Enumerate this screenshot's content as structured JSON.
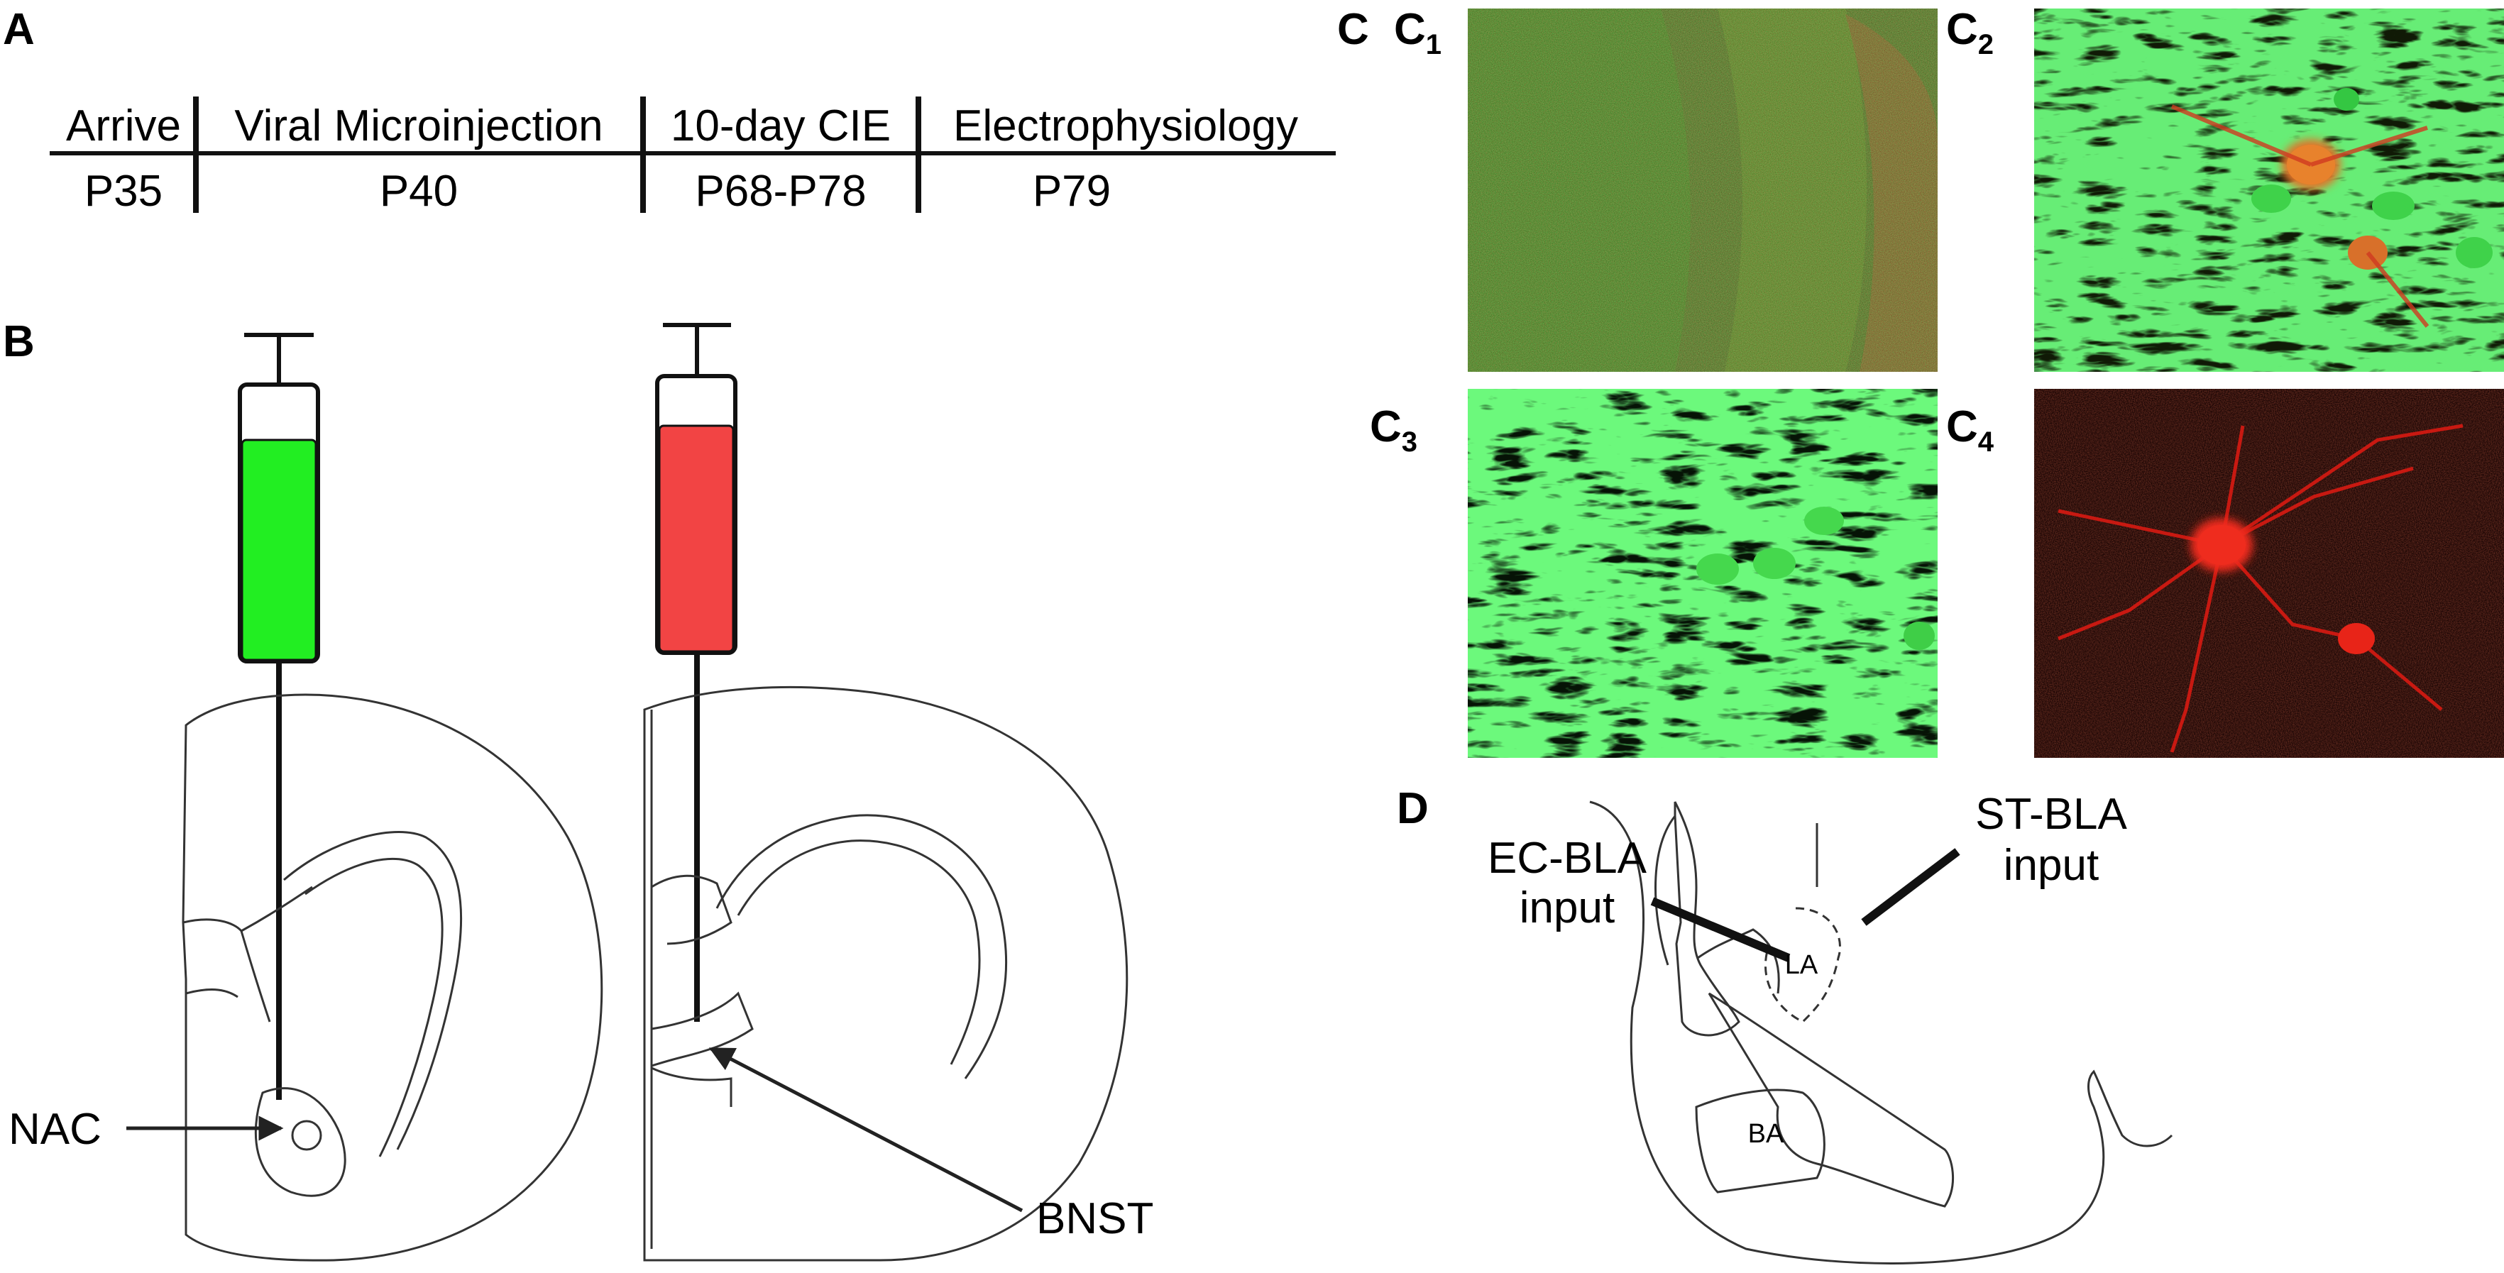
{
  "panels": {
    "a": "A",
    "b": "B",
    "c": "C",
    "c1": "C",
    "c1_sub": "1",
    "c2": "C",
    "c2_sub": "2",
    "c3": "C",
    "c3_sub": "3",
    "c4": "C",
    "c4_sub": "4",
    "d": "D"
  },
  "timeline": {
    "stages": [
      "Arrive",
      "Viral Microinjection",
      "10-day CIE",
      "Electrophysiology"
    ],
    "ages": [
      "P35",
      "P40",
      "P68-P78",
      "P79"
    ]
  },
  "panel_b": {
    "syringe_left_color": "#22ee22",
    "syringe_right_color": "#f24444",
    "label_nac": "NAC",
    "label_bnst": "BNST"
  },
  "panel_c": {
    "images": [
      "c1-low-magnification-merged",
      "c2-merged-neurons",
      "c3-green-channel",
      "c4-red-channel"
    ],
    "green": "#33cc22",
    "red": "#e01a10"
  },
  "panel_d": {
    "label_ec_line1": "EC-BLA",
    "label_ec_line2": "input",
    "label_st_line1": "ST-BLA",
    "label_st_line2": "input",
    "label_la": "LA",
    "label_ba": "BA"
  }
}
